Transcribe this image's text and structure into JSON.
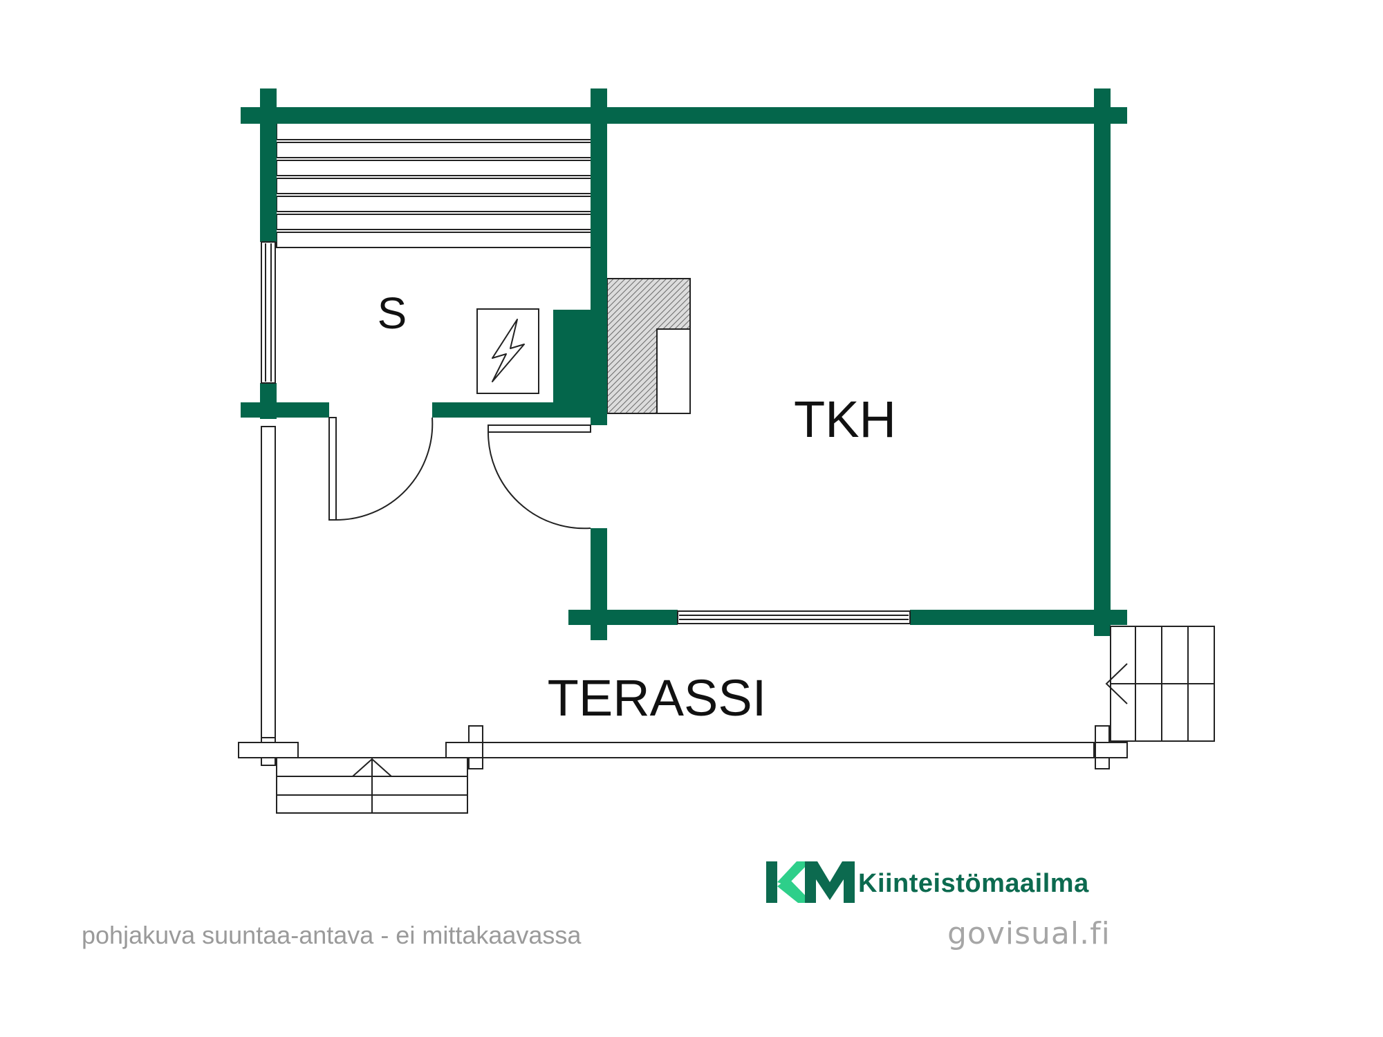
{
  "rooms": {
    "sauna": "S",
    "dressing": "TKH",
    "terrace": "TERASSI"
  },
  "footer": {
    "note": "pohjakuva suuntaa-antava - ei mittakaavassa",
    "credit": "govisual.fi"
  },
  "brand": {
    "mark": "KM",
    "name": "Kiinteistömaailma"
  },
  "colors": {
    "wall": "#04664b",
    "brand_green": "#0c6a4f",
    "brand_light_green": "#2ecf8a",
    "line": "#222222",
    "hatch": "#555555",
    "footer_text": "#9a9a9a"
  },
  "icons": {
    "stove": "lightning-bolt-icon",
    "entry_arrow": "arrow-up-icon",
    "stair_arrow": "arrow-left-icon"
  }
}
